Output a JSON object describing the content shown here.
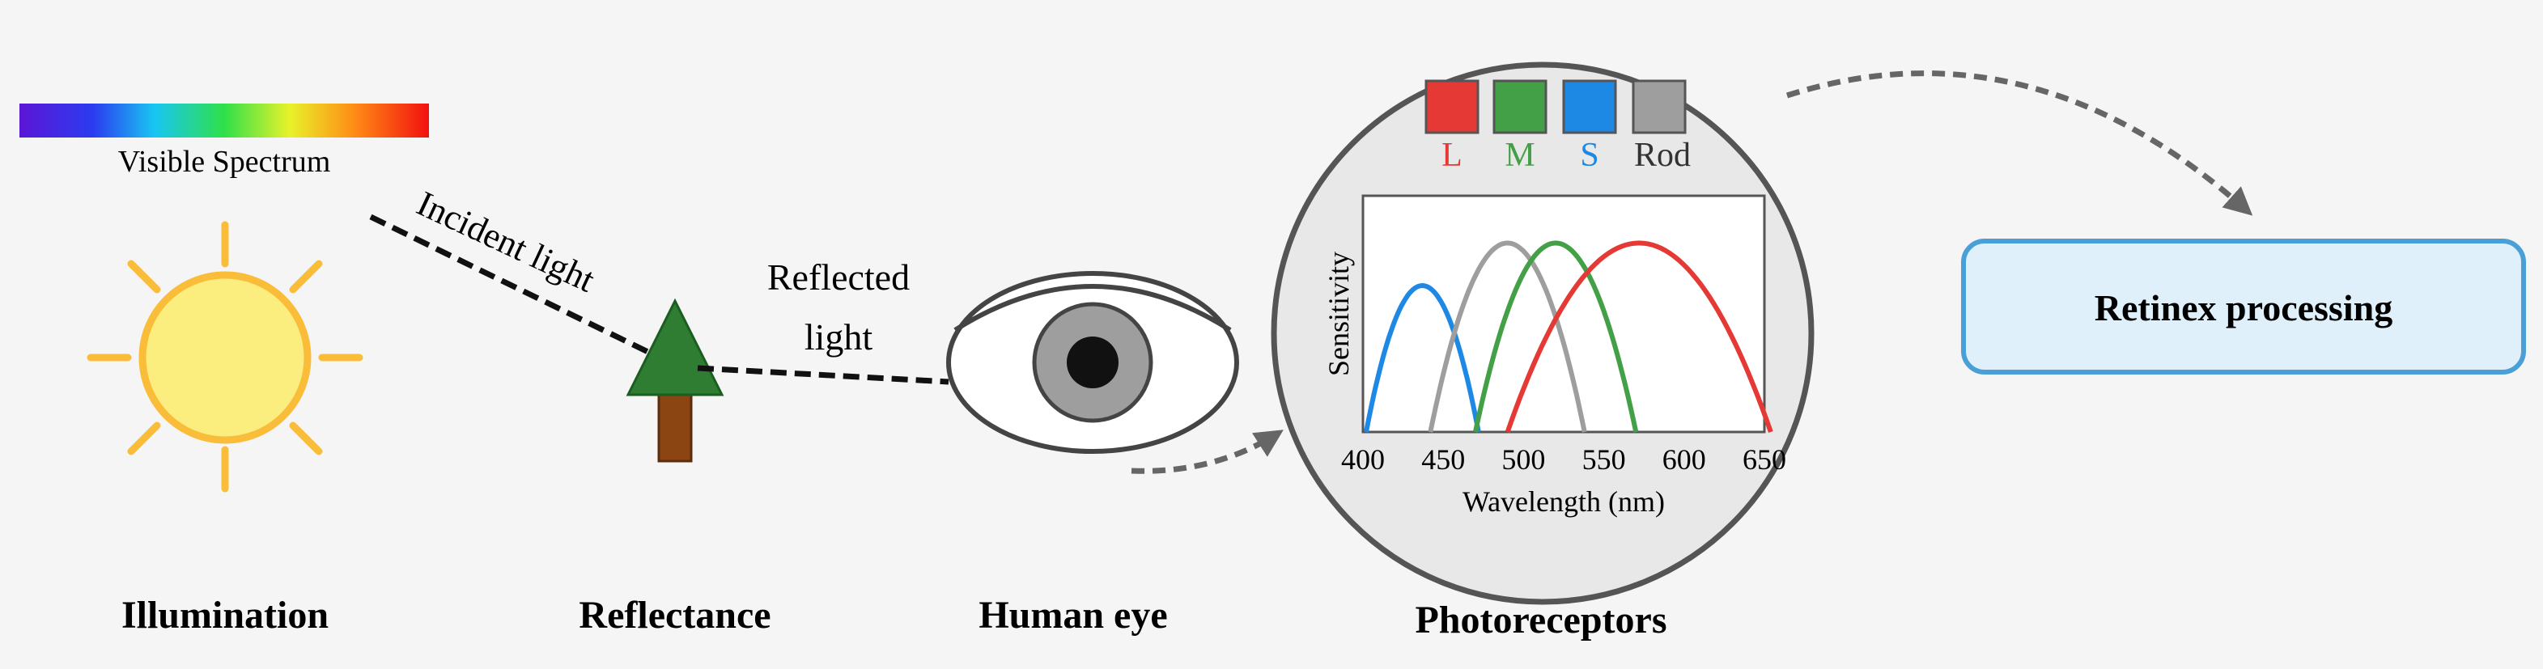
{
  "spectrum": {
    "label": "Visible Spectrum"
  },
  "rays": {
    "incident_label": "Incident light",
    "reflected_label_line1": "Reflected",
    "reflected_label_line2": "light"
  },
  "stages": {
    "illumination": "Illumination",
    "reflectance": "Reflectance",
    "human_eye": "Human eye",
    "photoreceptors": "Photoreceptors"
  },
  "retinex_box": {
    "label": "Retinex processing",
    "border_color": "#4a9fd6",
    "fill_color": "#dff0fa"
  },
  "cone_legend": [
    {
      "label": "L",
      "color": "#e53935"
    },
    {
      "label": "M",
      "color": "#43a047"
    },
    {
      "label": "S",
      "color": "#1e88e5"
    },
    {
      "label": "Rod",
      "color": "#9e9e9e"
    }
  ],
  "chart_data": {
    "type": "line",
    "xlabel": "Wavelength (nm)",
    "ylabel": "Sensitivity",
    "xlim": [
      400,
      650
    ],
    "ylim": [
      0,
      1
    ],
    "xticks": [
      400,
      450,
      500,
      550,
      600,
      650
    ],
    "series": [
      {
        "name": "S",
        "color": "#1e88e5",
        "peak": 437,
        "half_width": 35,
        "height": 0.62
      },
      {
        "name": "Rod",
        "color": "#9e9e9e",
        "peak": 490,
        "half_width": 48,
        "height": 0.8
      },
      {
        "name": "M",
        "color": "#43a047",
        "peak": 520,
        "half_width": 50,
        "height": 0.8
      },
      {
        "name": "L",
        "color": "#e53935",
        "peak": 572,
        "half_width": 82,
        "height": 0.8
      }
    ]
  }
}
